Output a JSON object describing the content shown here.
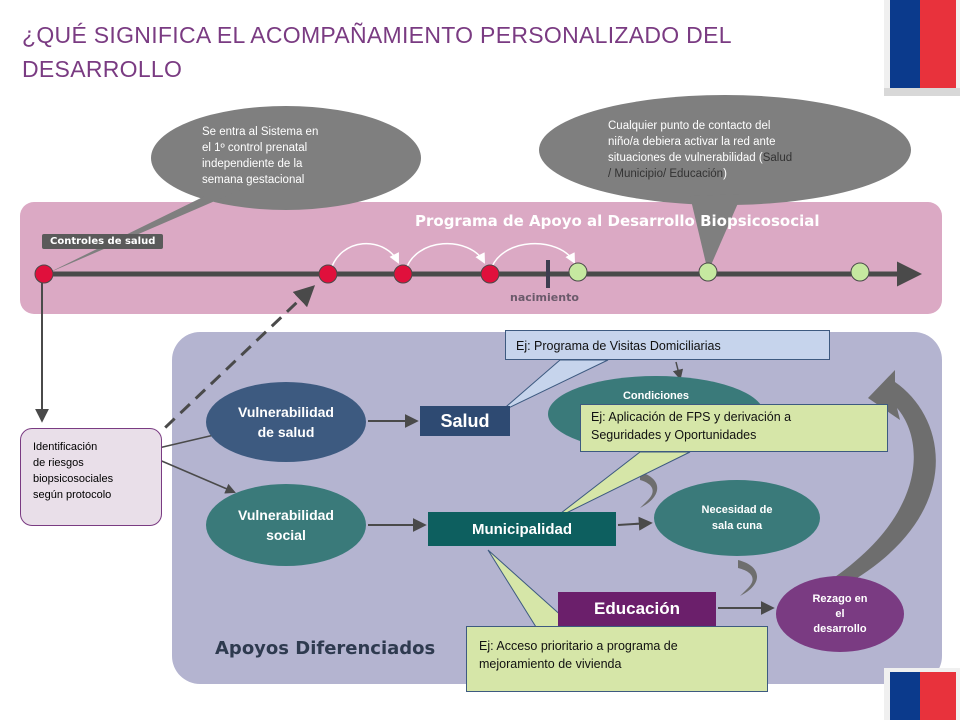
{
  "header": {
    "title_line1": "¿QUÉ SIGNIFICA EL ACOMPAÑAMIENTO PERSONALIZADO DEL",
    "title_line2": "DESARROLLO"
  },
  "timeline": {
    "band_title": "Programa de Apoyo al Desarrollo Biopsicosocial",
    "controls_label": "Controles de salud",
    "birth_label": "nacimiento",
    "dot_colors": {
      "prenatal": "#e0103c",
      "postnatal": "#c6e8a0"
    }
  },
  "bubbles": {
    "entry": [
      "Se entra al Sistema en",
      "el 1º control prenatal",
      "independiente de la",
      "semana gestacional"
    ],
    "contact": {
      "line1": "Cualquier punto de contacto del",
      "line2": "niño/a debiera activar la red ante",
      "line3a": "situaciones de vulnerabilidad (",
      "line3b": "Salud",
      "line4a": "/ Municipio/ ",
      "line4b": "Educación",
      "line4c": ")"
    }
  },
  "identification": [
    "Identificación",
    "de riesgos",
    "biopsicosociales",
    "según protocolo"
  ],
  "support": {
    "section_label": "Apoyos Diferenciados",
    "vuln_salud": [
      "Vulnerabilidad",
      "de salud"
    ],
    "vuln_social": [
      "Vulnerabilidad",
      "social"
    ],
    "salud": "Salud",
    "municipalidad": "Municipalidad",
    "educacion": "Educación",
    "condiciones": "Condiciones",
    "sala_cuna": [
      "Necesidad de",
      "sala cuna"
    ],
    "rezago": [
      "Rezago en",
      "el",
      "desarrollo"
    ]
  },
  "callouts": {
    "visitas": "Ej: Programa de Visitas Domiciliarias",
    "fps": [
      "Ej: Aplicación de FPS y derivación a",
      "Seguridades y Oportunidades"
    ],
    "vivienda": [
      "Ej: Acceso prioritario a programa de",
      "mejoramiento de vivienda"
    ]
  },
  "colors": {
    "title": "#7a3b82",
    "timeline_band": "#dba9c4",
    "support_band": "#b4b4d0",
    "callout_green": "#d6e6a8",
    "callout_blue": "#c6d4ec",
    "flag_blue": "#0b3a8c",
    "flag_red": "#e8323c"
  }
}
